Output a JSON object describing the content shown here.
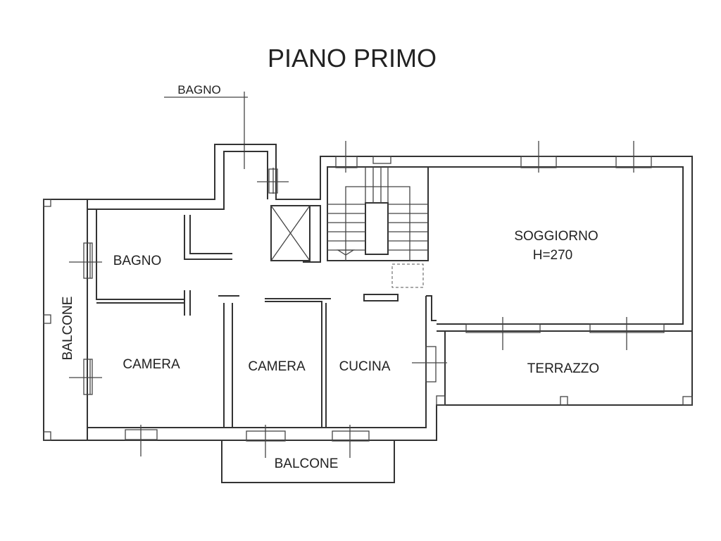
{
  "title": "PIANO PRIMO",
  "rooms": {
    "bagno_top": "BAGNO",
    "bagno": "BAGNO",
    "balcone_left": "BALCONE",
    "camera1": "CAMERA",
    "camera2": "CAMERA",
    "cucina": "CUCINA",
    "soggiorno": "SOGGIORNO",
    "soggiorno_height": "H=270",
    "terrazzo": "TERRAZZO",
    "balcone_bottom": "BALCONE"
  },
  "colors": {
    "line": "#333333",
    "background": "#ffffff"
  }
}
